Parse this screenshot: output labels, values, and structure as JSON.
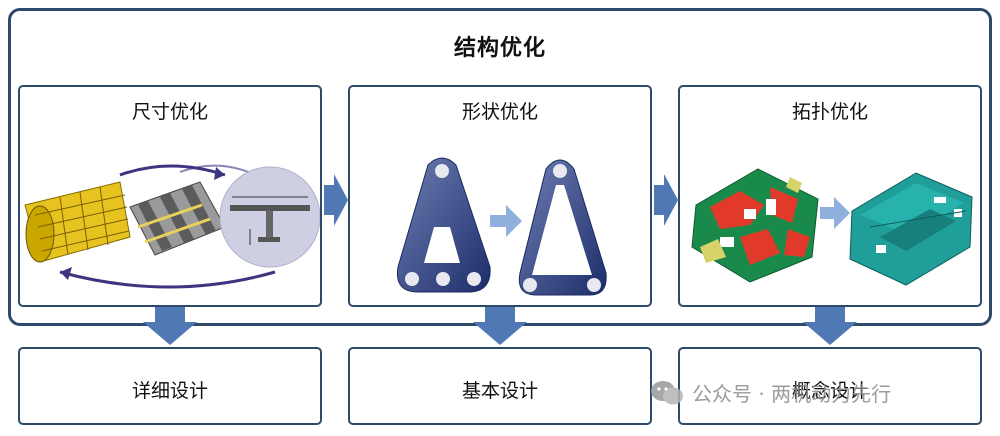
{
  "title": "结构优化",
  "panels": [
    {
      "label": "尺寸优化",
      "bottom_label": "详细设计"
    },
    {
      "label": "形状优化",
      "bottom_label": "基本设计"
    },
    {
      "label": "拓扑优化",
      "bottom_label": "概念设计"
    }
  ],
  "watermark": {
    "text": "公众号 · 两机动力先行"
  },
  "colors": {
    "border": "#2e4a6b",
    "arrow": "#4f78b4",
    "light_arrow": "#8fb0dc"
  }
}
